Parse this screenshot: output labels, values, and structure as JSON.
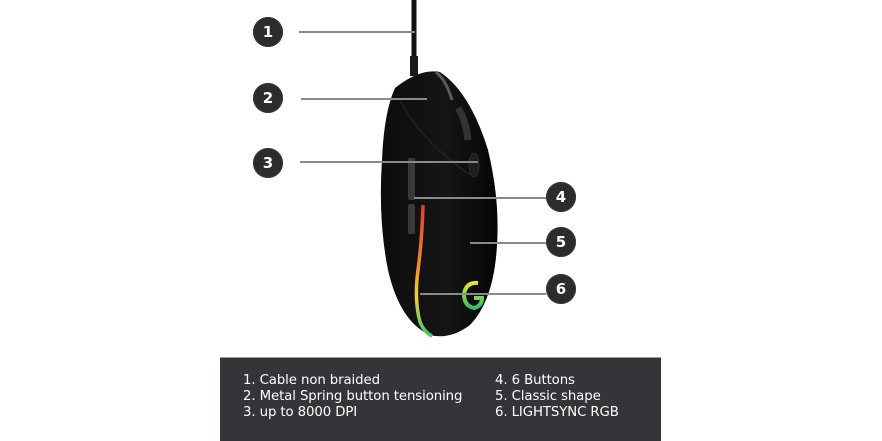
{
  "callouts": [
    {
      "number": "1",
      "target": "cable"
    },
    {
      "number": "2",
      "target": "left-button"
    },
    {
      "number": "3",
      "target": "side-button"
    },
    {
      "number": "4",
      "target": "side-buttons"
    },
    {
      "number": "5",
      "target": "body-shape"
    },
    {
      "number": "6",
      "target": "lightsync-logo"
    }
  ],
  "features": {
    "left": [
      "1. Cable non braided",
      "2. Metal Spring button tensioning",
      "3. up to 8000 DPI"
    ],
    "right": [
      "4. 6 Buttons",
      "5. Classic shape",
      "6. LIGHTSYNC RGB"
    ]
  },
  "colors": {
    "callout_bg": "#2b2c2e",
    "panel_bg": "#333538",
    "leader_line": "#8a8a8a",
    "rgb_strip_top": "#e53a2a",
    "rgb_strip_mid": "#f2c230",
    "rgb_strip_bottom": "#3ec86a"
  }
}
